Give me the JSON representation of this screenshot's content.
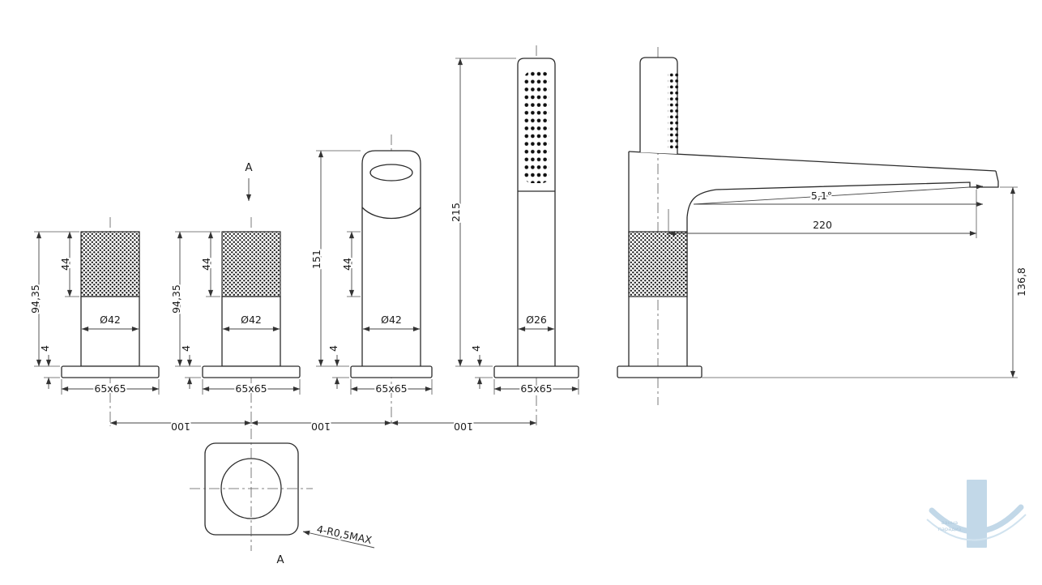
{
  "dims": {
    "valve1": {
      "total": "94,35",
      "knurl": "44",
      "plate": "4",
      "dia": "Ø42",
      "base": "65x65"
    },
    "valve2": {
      "total": "94,35",
      "knurl": "44",
      "plate": "4",
      "dia": "Ø42",
      "base": "65x65",
      "section": "A"
    },
    "spout": {
      "total": "151",
      "mid": "44",
      "plate": "4",
      "dia": "Ø42",
      "base": "65x65"
    },
    "shower": {
      "total": "215",
      "plate": "4",
      "dia": "Ø26",
      "base": "65x65"
    },
    "side": {
      "angle": "5,1°",
      "reach": "220",
      "height": "136,8"
    },
    "spacing": {
      "d1": "100",
      "d2": "100",
      "d3": "100"
    },
    "section": {
      "note": "4-R0,5MAX",
      "label": "A"
    }
  },
  "watermark": {
    "line1": "ванна",
    "line2": "парадиз"
  },
  "colors": {
    "line": "#2b2b2b",
    "dim": "#454545",
    "watermark": "#bcd4e6"
  }
}
